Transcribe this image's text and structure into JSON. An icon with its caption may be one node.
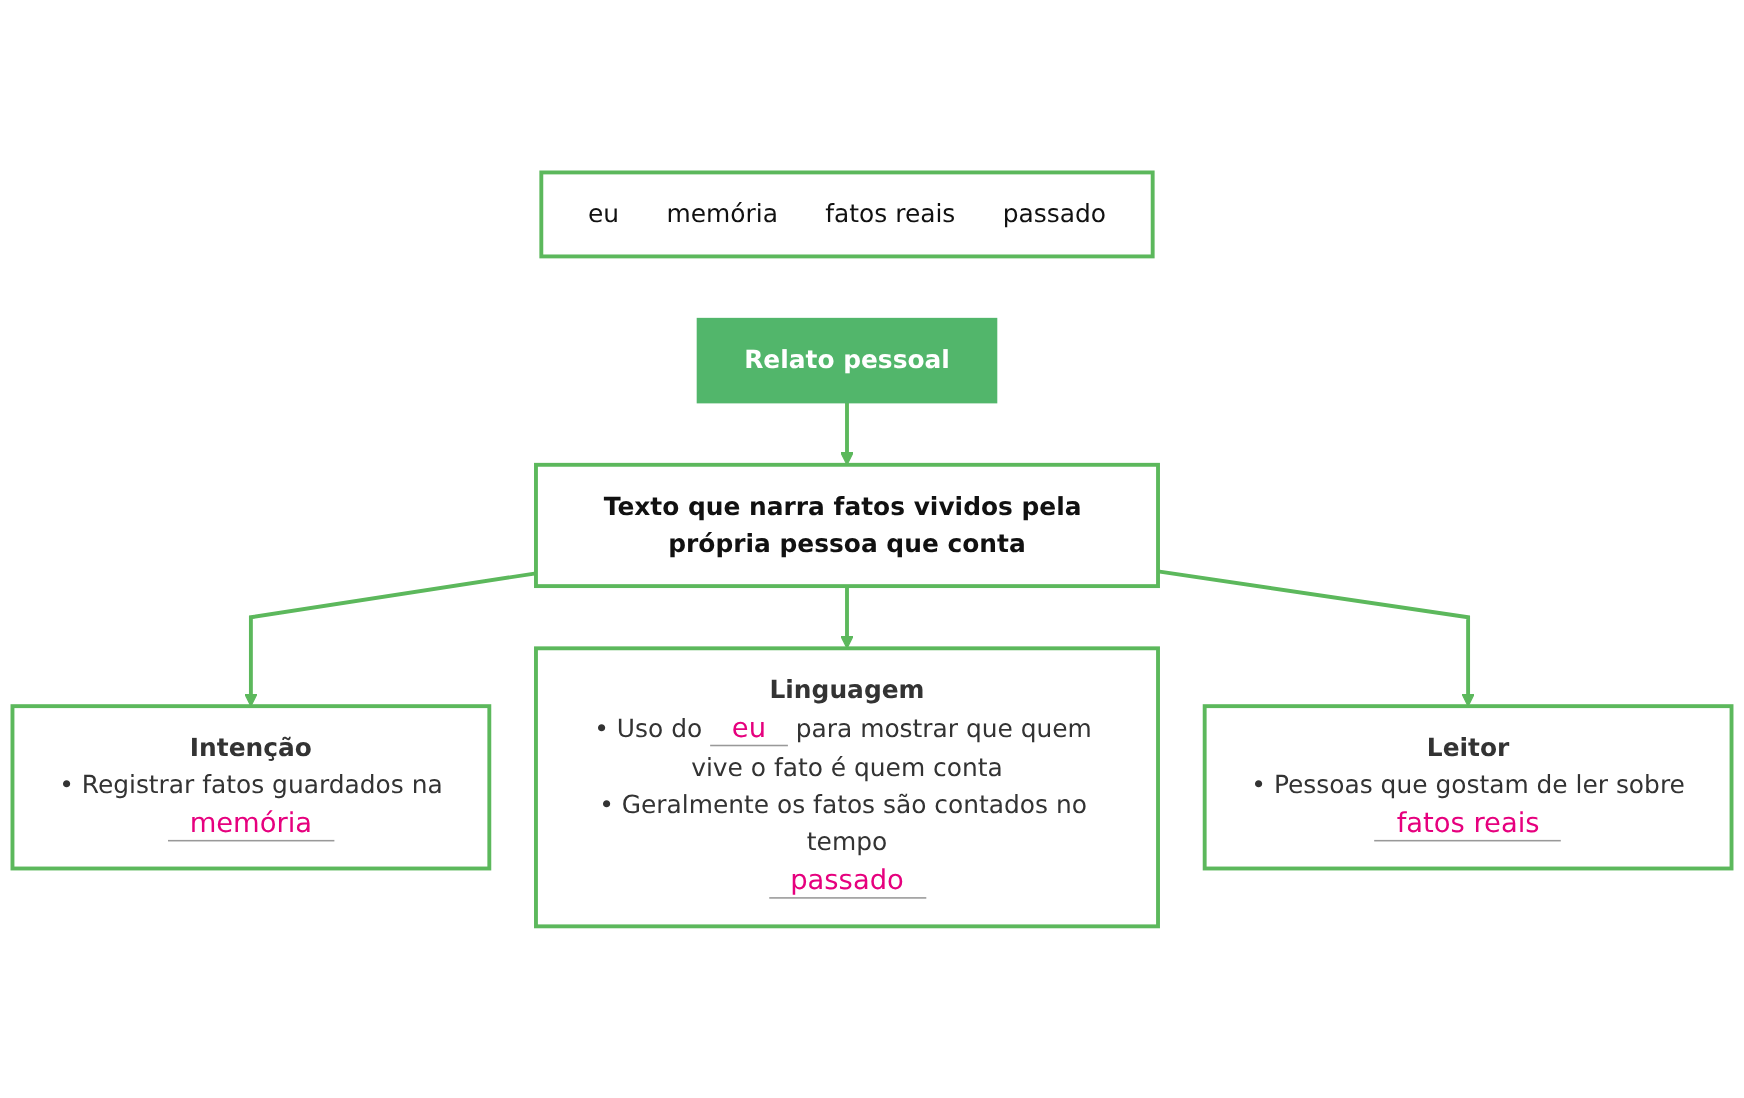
{
  "diagram": {
    "nodes": [
      {
        "text": [
          "eu",
          "memória",
          "fatos reais",
          "passado"
        ]
      },
      {
        "text": [
          "Relato pessoal"
        ]
      },
      {
        "text": [
          "Texto que narra fatos vividos pela própria pessoa que conta"
        ]
      },
      {
        "text": [
          "Intenção",
          "• Registrar fatos guardados na",
          "memória"
        ]
      },
      {
        "text": [
          "Linguagem",
          "• Uso do",
          "eu",
          "para mostrar que quem vive o fato é quem conta",
          "• Geralmente os fatos são contados no tempo",
          "passado"
        ]
      },
      {
        "text": [
          "Leitor",
          "• Pessoas que gostam de ler sobre",
          "fatos reais"
        ]
      }
    ],
    "edges": [
      {
        "from": 1,
        "to": 2,
        "arrow": "to"
      },
      {
        "from": 2,
        "to": 3,
        "arrow": "to"
      },
      {
        "from": 2,
        "to": 4,
        "arrow": "to"
      },
      {
        "from": 2,
        "to": 5,
        "arrow": "to"
      }
    ]
  }
}
